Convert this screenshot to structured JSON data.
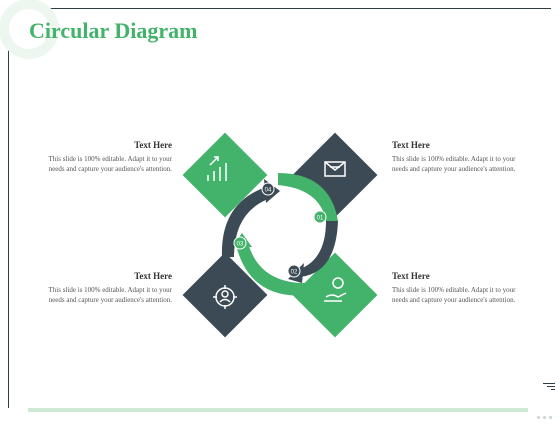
{
  "title": "Circular Diagram",
  "colors": {
    "green": "#43b26a",
    "dark": "#3b4a55",
    "title": "#43b26a"
  },
  "blocks": [
    {
      "heading": "Text Here",
      "body": "This slide is 100% editable. Adapt it to your needs and capture your audience's attention."
    },
    {
      "heading": "Text Here",
      "body": "This slide is 100% editable. Adapt it to your needs and capture your audience's attention."
    },
    {
      "heading": "Text Here",
      "body": "This slide is 100% editable. Adapt it to your needs and capture your audience's attention."
    },
    {
      "heading": "Text Here",
      "body": "This slide is 100% editable. Adapt it to your needs and capture your audience's attention."
    }
  ],
  "steps": [
    {
      "number": "01",
      "icon": "envelope-icon"
    },
    {
      "number": "02",
      "icon": "hand-money-icon"
    },
    {
      "number": "03",
      "icon": "user-target-icon"
    },
    {
      "number": "04",
      "icon": "growth-chart-icon"
    }
  ]
}
